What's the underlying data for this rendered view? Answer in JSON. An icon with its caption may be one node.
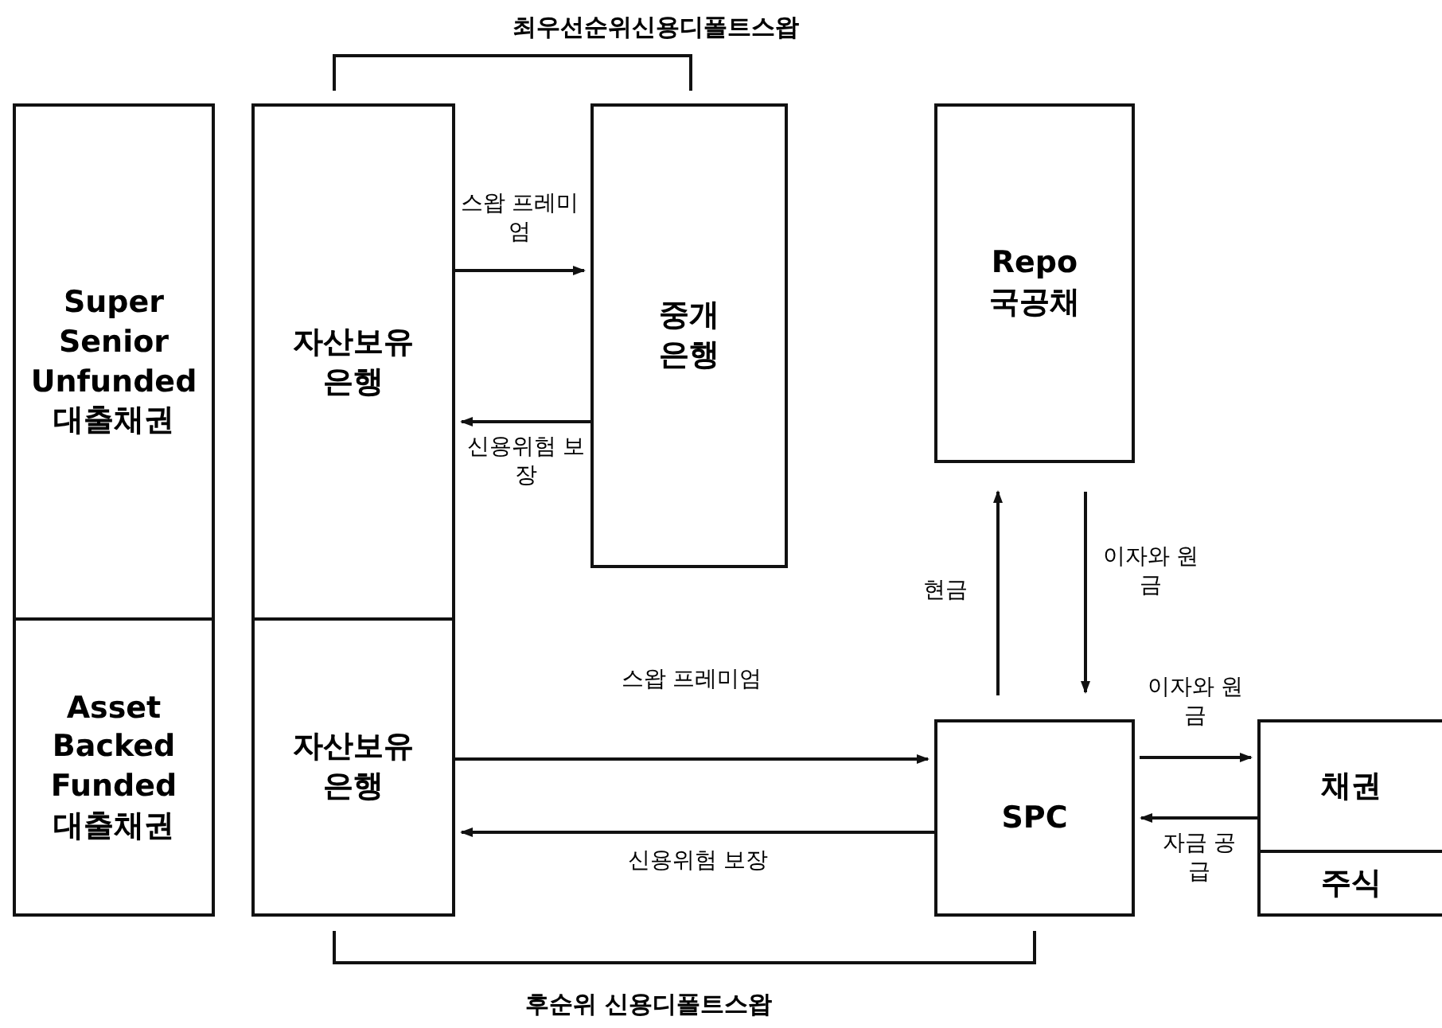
{
  "diagram": {
    "nodes": [
      {
        "text": [
          "Super Senior Unfunded 대출채권"
        ]
      },
      {
        "text": [
          "Asset Backed Funded 대출채권"
        ]
      },
      {
        "text": [
          "자산보유 은행"
        ]
      },
      {
        "text": [
          "자산보유 은행"
        ]
      },
      {
        "text": [
          "중개 은행"
        ]
      },
      {
        "text": [
          "Repo 국공채"
        ]
      },
      {
        "text": [
          "SPC"
        ]
      },
      {
        "text": [
          "채권"
        ]
      },
      {
        "text": [
          "주식"
        ]
      }
    ],
    "edges": [
      {
        "from": 2,
        "to": 4,
        "arrow": "to",
        "label": "스왑 프레미엄"
      },
      {
        "from": 4,
        "to": 2,
        "arrow": "to",
        "label": "신용위험 보장"
      },
      {
        "from": 6,
        "to": 5,
        "arrow": "to",
        "label": "현금"
      },
      {
        "from": 5,
        "to": 6,
        "arrow": "to",
        "label": "이자와 원금"
      },
      {
        "from": 3,
        "to": 6,
        "arrow": "to",
        "label": "스왑 프레미엄"
      },
      {
        "from": 6,
        "to": 3,
        "arrow": "to",
        "label": "신용위험 보장"
      },
      {
        "from": 6,
        "to": 7,
        "arrow": "to",
        "label": "이자와 원금"
      },
      {
        "from": 7,
        "to": 6,
        "arrow": "to",
        "label": "자금 공급"
      }
    ],
    "labels": [
      "최우선순위신용디폴트스왑",
      "후순위 신용디폴트스왑"
    ]
  }
}
